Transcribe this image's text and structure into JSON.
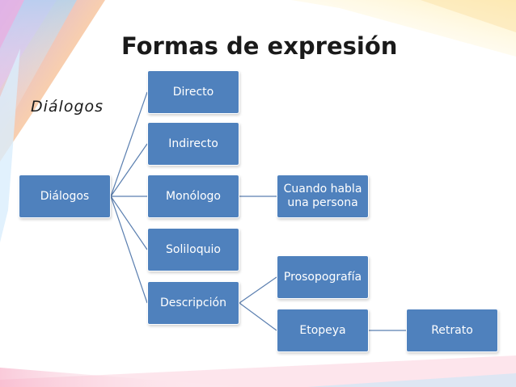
{
  "slide": {
    "title": "Formas de expresión",
    "subtitle": "Diálogos"
  },
  "diagram": {
    "node_color": "#4f81bd",
    "line_color": "#5b7fb0",
    "root": {
      "label": "Diálogos"
    },
    "level1": [
      {
        "label": "Directo"
      },
      {
        "label": "Indirecto"
      },
      {
        "label": "Monólogo"
      },
      {
        "label": "Soliloquio"
      },
      {
        "label": "Descripción"
      }
    ],
    "level2": [
      {
        "label": "Cuando habla\nuna persona",
        "parent": "Monólogo"
      },
      {
        "label": "Prosopografía",
        "parent": "Descripción"
      },
      {
        "label": "Etopeya",
        "parent": "Descripción"
      }
    ],
    "level3": [
      {
        "label": "Retrato",
        "parent": "Etopeya"
      }
    ]
  }
}
